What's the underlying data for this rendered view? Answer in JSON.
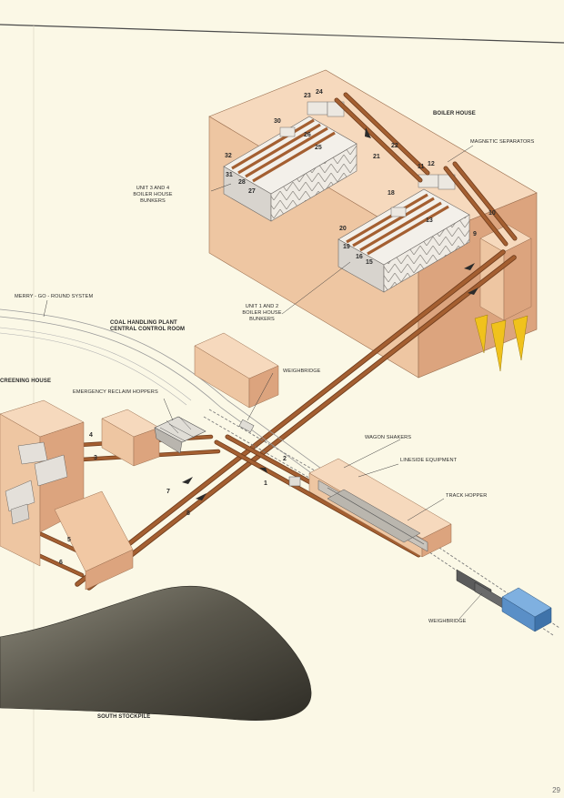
{
  "labels": {
    "boiler_house": "BOILER HOUSE",
    "magnetic_separators": "MAGNETIC SEPARATORS",
    "unit34_l1": "UNIT 3 AND 4",
    "unit34_l2": "BOILER HOUSE",
    "unit34_l3": "BUNKERS",
    "unit12_l1": "UNIT 1 AND 2",
    "unit12_l2": "BOILER HOUSE",
    "unit12_l3": "BUNKERS",
    "merry_go_round": "MERRY - GO - ROUND SYSTEM",
    "control_room_l1": "COAL HANDLING PLANT",
    "control_room_l2": "CENTRAL CONTROL ROOM",
    "screening_house": "CREENING HOUSE",
    "emergency_reclaim": "EMERGENCY RECLAIM HOPPERS",
    "weighbridge_top": "WEIGHBRIDGE",
    "wagon_shakers": "WAGON SHAKERS",
    "lineside_equipment": "LINESIDE EQUIPMENT",
    "track_hopper": "TRACK HOPPER",
    "weighbridge_bottom": "WEIGHBRIDGE",
    "south_stockpile": "SOUTH STOCKPILE"
  },
  "conveyor_numbers": {
    "n1": "1",
    "n2": "2",
    "n3": "3",
    "n4": "4",
    "n5": "5",
    "n6": "6",
    "n7": "7",
    "n8": "8",
    "n9": "9",
    "n10": "10",
    "n11": "11",
    "n12": "12",
    "n13": "13",
    "n15": "15",
    "n16": "16",
    "n18": "18",
    "n19": "19",
    "n20": "20",
    "n21": "21",
    "n22": "22",
    "n23": "23",
    "n24": "24",
    "n25": "25",
    "n26": "26",
    "n27": "27",
    "n28": "28",
    "n30": "30",
    "n31": "31",
    "n32": "32"
  },
  "page_number": "29",
  "colors": {
    "paper": "#fbf8e6",
    "building_top": "#f6d9bd",
    "building_side": "#e9bc96",
    "building_front": "#dca47e",
    "conveyor": "#a45f31",
    "conveyor_dark": "#6f3c1c",
    "bunker": "#e9e5df",
    "hopper_yellow": "#f0c21c",
    "locomotive": "#5a8fc7",
    "stockpile": "#4d4a40"
  }
}
